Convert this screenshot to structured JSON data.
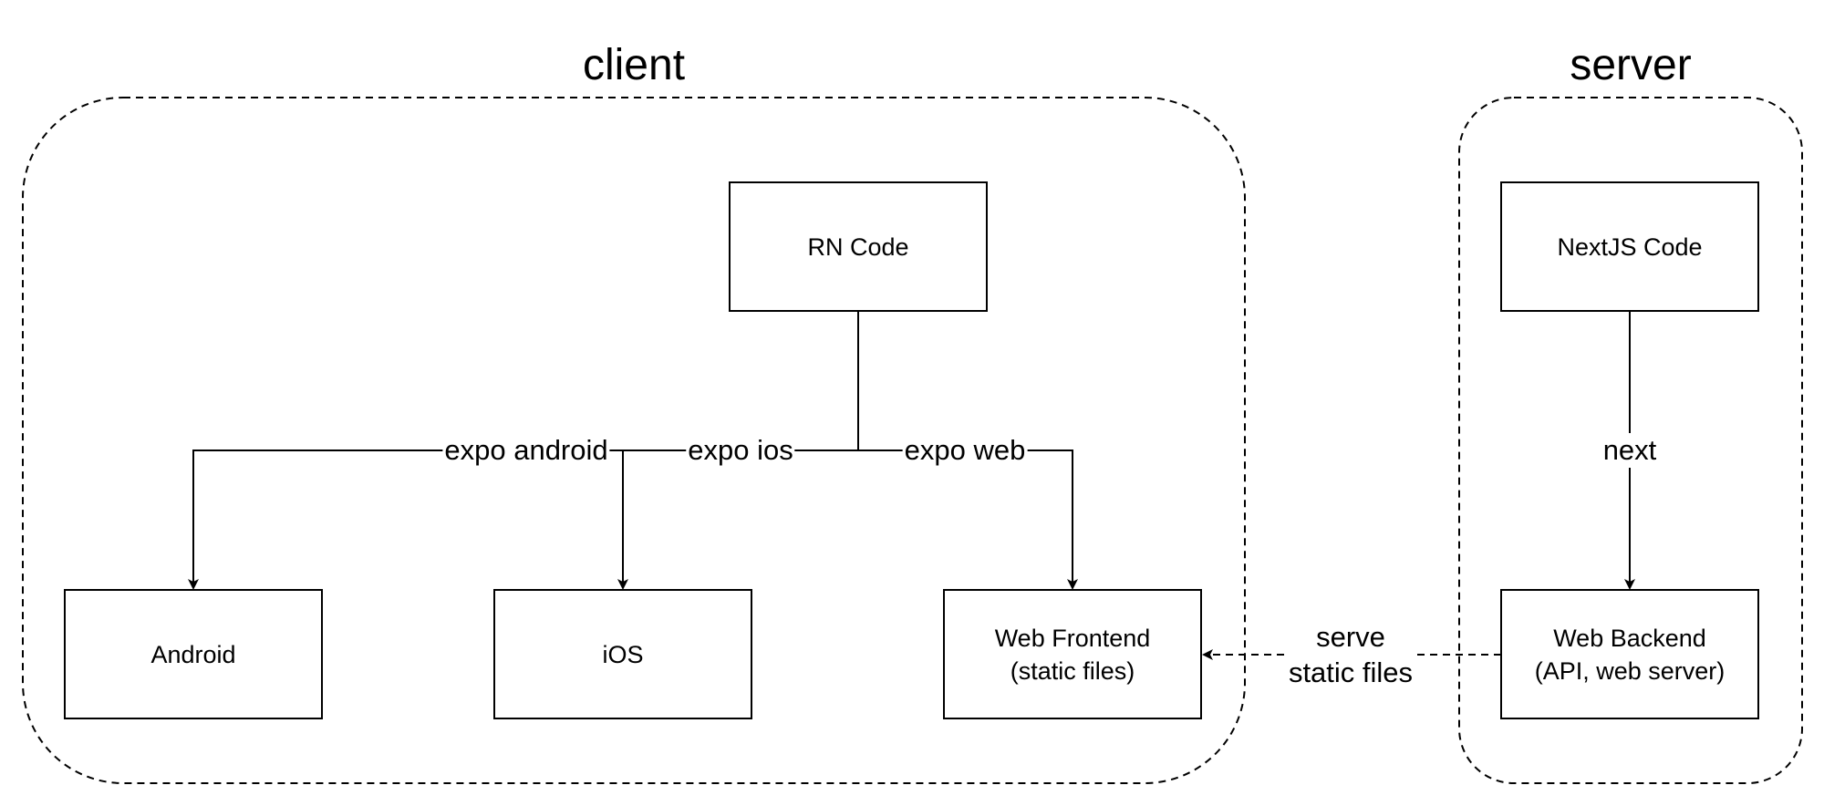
{
  "groups": {
    "client": {
      "title": "client"
    },
    "server": {
      "title": "server"
    }
  },
  "nodes": {
    "rn_code": {
      "label": "RN Code"
    },
    "android": {
      "label": "Android"
    },
    "ios": {
      "label": "iOS"
    },
    "web_frontend": {
      "line1": "Web Frontend",
      "line2": "(static files)"
    },
    "nextjs_code": {
      "label": "NextJS Code"
    },
    "web_backend": {
      "line1": "Web Backend",
      "line2": "(API, web server)"
    }
  },
  "edges": {
    "expo_android": {
      "label": "expo android"
    },
    "expo_ios": {
      "label": "expo ios"
    },
    "expo_web": {
      "label": "expo web"
    },
    "next": {
      "label": "next"
    },
    "serve": {
      "line1": "serve",
      "line2": "static files"
    }
  },
  "colors": {
    "stroke": "#000000",
    "background": "#ffffff"
  }
}
